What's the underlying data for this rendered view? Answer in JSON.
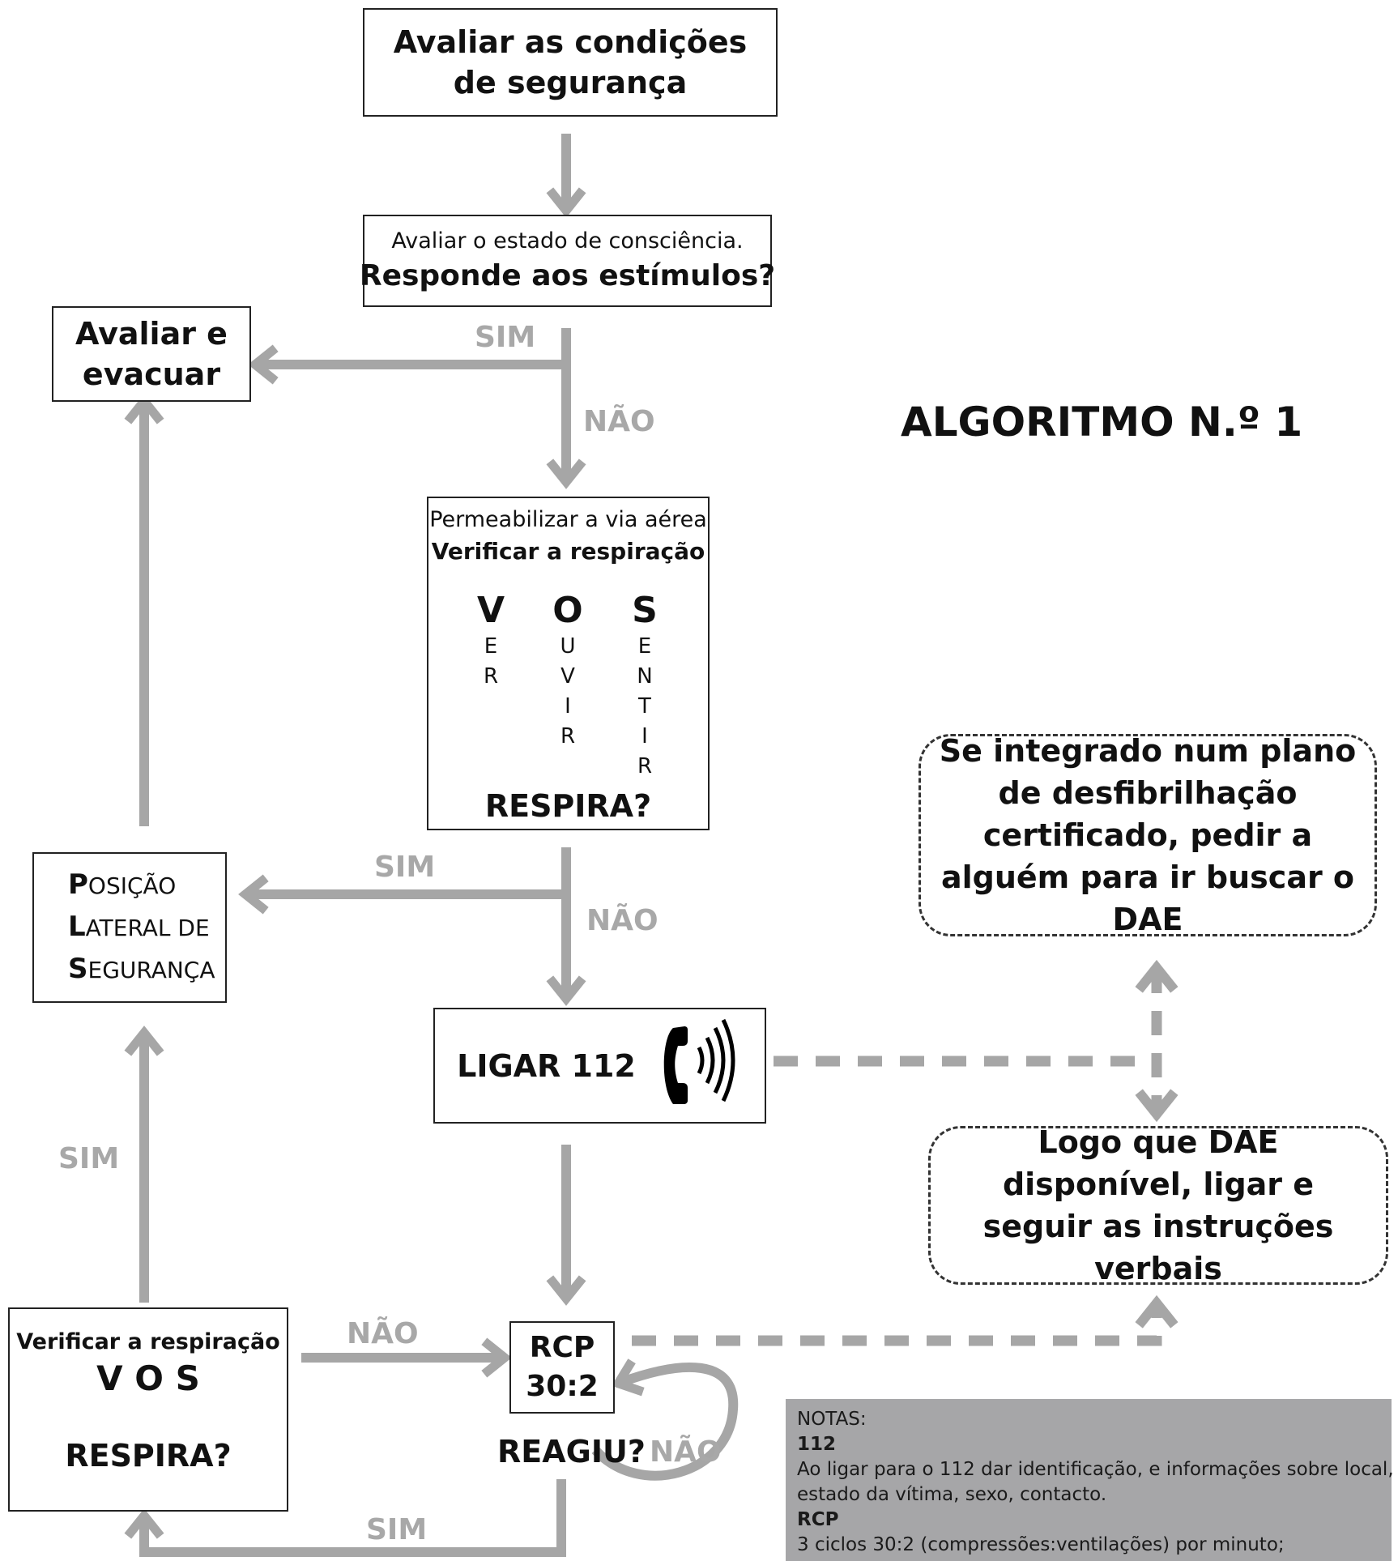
{
  "title": "ALGORITMO N.º 1",
  "boxes": {
    "safety": "Avaliar as condições de segurança",
    "consciousness_line1": "Avaliar o estado de consciência.",
    "consciousness_line2": "Responde aos estímulos?",
    "evaluate_evacuate": "Avaliar e evacuar",
    "airway_line1": "Permeabilizar a via aérea",
    "airway_line2": "Verificar a respiração",
    "breathing_question": "RESPIRA?",
    "recovery_p_initial": "P",
    "recovery_p_rest": "OSIÇÃO",
    "recovery_l_initial": "L",
    "recovery_l_rest": "ATERAL DE",
    "recovery_s_initial": "S",
    "recovery_s_rest": "EGURANÇA",
    "call": "LIGAR 112",
    "cpr_line1": "RCP",
    "cpr_line2": "30:2",
    "reacted": "REAGIU?",
    "recheck_line1": "Verificar a respiração",
    "recheck_line2": "V O S",
    "recheck_line3": "RESPIRA?"
  },
  "vos": {
    "v": {
      "big": "V",
      "letters": [
        "E",
        "R"
      ]
    },
    "o": {
      "big": "O",
      "letters": [
        "U",
        "V",
        "I",
        "R"
      ]
    },
    "s": {
      "big": "S",
      "letters": [
        "E",
        "N",
        "T",
        "I",
        "R"
      ]
    }
  },
  "dashed": {
    "aed_plan": "Se integrado num plano de desfibrilhação certificado, pedir a alguém para ir buscar o DAE",
    "aed_available": "Logo que DAE disponível, ligar e seguir as instruções verbais"
  },
  "labels": {
    "sim1": "SIM",
    "nao1": "NÃO",
    "sim2": "SIM",
    "nao2": "NÃO",
    "sim3": "SIM",
    "nao3": "NÃO",
    "nao4": "NÃO",
    "sim4": "SIM"
  },
  "notes": {
    "heading": "NOTAS:",
    "sub1": "112",
    "text1a": "Ao ligar para o 112 dar identificação, e informações sobre local,",
    "text1b": "estado da vítima, sexo, contacto.",
    "sub2": "RCP",
    "text2": "3 ciclos 30:2 (compressões:ventilações) por minuto;"
  },
  "colors": {
    "arrow": "#a6a6a6",
    "border": "#222222",
    "notes_bg": "#a6a6a8"
  },
  "icons": {
    "phone": "phone-icon"
  }
}
